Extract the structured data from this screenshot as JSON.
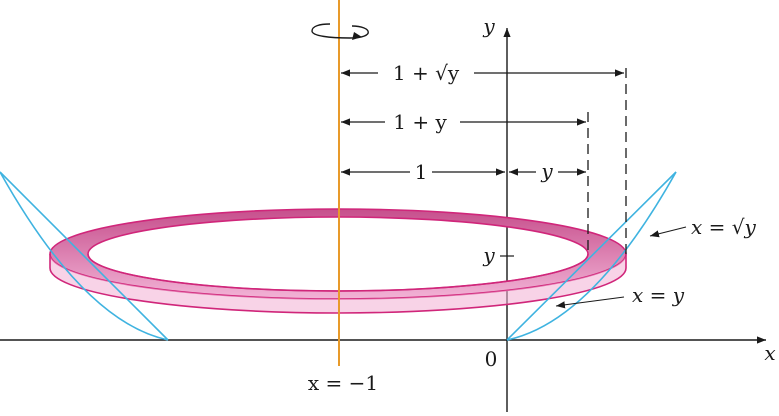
{
  "labels": {
    "x_axis": "x",
    "y_axis": "y",
    "origin": "0",
    "axis_of_rotation": "x = −1",
    "outer_radius": "1 + √y",
    "middle_radius": "1 + y",
    "unit_distance": "1",
    "y_distance": "y",
    "y_tick": "y",
    "curve_sqrt": "x = √y",
    "curve_line": "x = y"
  },
  "colors": {
    "washer_fill": "#e58fbf",
    "washer_edge": "#d0267a",
    "curve": "#3fb3e0",
    "rotation_axis": "#e89a2a",
    "ink": "#1a1a1a"
  },
  "icons": {
    "rotation": "rotation-arrow-icon"
  }
}
